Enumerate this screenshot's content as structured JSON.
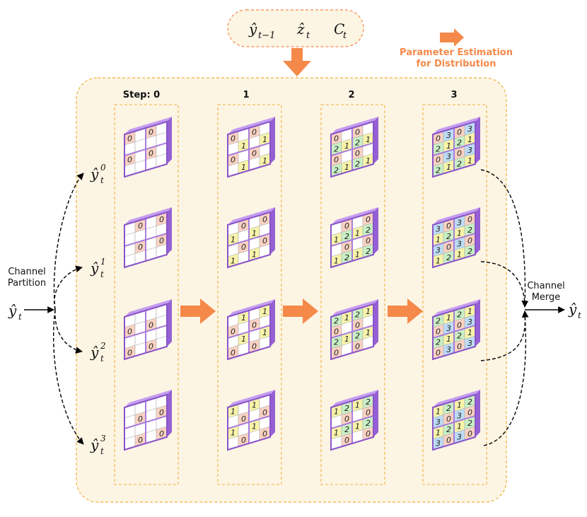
{
  "context_box": {
    "items": [
      {
        "base": "ŷ",
        "sub": "t−1"
      },
      {
        "base": "ẑ",
        "sub": "t"
      },
      {
        "base": "C",
        "sub": "t"
      }
    ]
  },
  "legend": {
    "line1": "Parameter Estimation",
    "line2": "for Distribution",
    "color": "#f5894a"
  },
  "steps": [
    "Step: 0",
    "1",
    "2",
    "3"
  ],
  "input": {
    "label_line1": "Channel",
    "label_line2": "Partition",
    "symbol_base": "ŷ",
    "symbol_sub": "t"
  },
  "output": {
    "label_line1": "Channel",
    "label_line2": "Merge",
    "symbol_base": "ŷ",
    "symbol_sub": "t"
  },
  "slices": [
    {
      "base": "ŷ",
      "sub": "t",
      "sup": "0"
    },
    {
      "base": "ŷ",
      "sub": "t",
      "sup": "1"
    },
    {
      "base": "ŷ",
      "sub": "t",
      "sup": "2"
    },
    {
      "base": "ŷ",
      "sub": "t",
      "sup": "3"
    }
  ],
  "colors": {
    "panel_fill": "#fdf5e4",
    "panel_border": "#f0b040",
    "grid_purple": "#a77bdc",
    "cell_0": "#f9d2c2",
    "cell_1": "#f7f3a9",
    "cell_2": "#c9efc4",
    "cell_3": "#bcdcf5",
    "arrow": "#f5894a"
  },
  "grids": [
    [
      [
        [
          "0",
          "",
          "0",
          ""
        ],
        [
          "",
          "",
          "",
          ""
        ],
        [
          "0",
          "",
          "0",
          ""
        ],
        [
          "",
          "",
          "",
          ""
        ]
      ],
      [
        [
          "",
          "0",
          "",
          "0"
        ],
        [
          "",
          "",
          "",
          ""
        ],
        [
          "",
          "0",
          "",
          "0"
        ],
        [
          "",
          "",
          "",
          ""
        ]
      ],
      [
        [
          "",
          "",
          "",
          ""
        ],
        [
          "0",
          "",
          "0",
          ""
        ],
        [
          "",
          "",
          "",
          ""
        ],
        [
          "0",
          "",
          "0",
          ""
        ]
      ],
      [
        [
          "",
          "",
          "",
          ""
        ],
        [
          "",
          "0",
          "",
          "0"
        ],
        [
          "",
          "",
          "",
          ""
        ],
        [
          "",
          "0",
          "",
          "0"
        ]
      ]
    ],
    [
      [
        [
          "0",
          "",
          "0",
          ""
        ],
        [
          "",
          "1",
          "",
          "1"
        ],
        [
          "0",
          "",
          "0",
          ""
        ],
        [
          "",
          "1",
          "",
          "1"
        ]
      ],
      [
        [
          "",
          "0",
          "",
          "0"
        ],
        [
          "1",
          "",
          "1",
          ""
        ],
        [
          "",
          "0",
          "",
          "0"
        ],
        [
          "1",
          "",
          "1",
          ""
        ]
      ],
      [
        [
          "",
          "1",
          "",
          "1"
        ],
        [
          "0",
          "",
          "0",
          ""
        ],
        [
          "",
          "1",
          "",
          "1"
        ],
        [
          "0",
          "",
          "0",
          ""
        ]
      ],
      [
        [
          "1",
          "",
          "1",
          ""
        ],
        [
          "",
          "0",
          "",
          "0"
        ],
        [
          "1",
          "",
          "1",
          ""
        ],
        [
          "",
          "0",
          "",
          "0"
        ]
      ]
    ],
    [
      [
        [
          "0",
          "",
          "0",
          ""
        ],
        [
          "2",
          "1",
          "2",
          "1"
        ],
        [
          "0",
          "",
          "0",
          ""
        ],
        [
          "2",
          "1",
          "2",
          "1"
        ]
      ],
      [
        [
          "",
          "0",
          "",
          "0"
        ],
        [
          "1",
          "2",
          "1",
          "2"
        ],
        [
          "",
          "0",
          "",
          "0"
        ],
        [
          "1",
          "2",
          "1",
          "2"
        ]
      ],
      [
        [
          "2",
          "1",
          "2",
          "1"
        ],
        [
          "0",
          "",
          "0",
          ""
        ],
        [
          "2",
          "1",
          "2",
          "1"
        ],
        [
          "0",
          "",
          "0",
          ""
        ]
      ],
      [
        [
          "1",
          "2",
          "1",
          "2"
        ],
        [
          "",
          "0",
          "",
          "0"
        ],
        [
          "1",
          "2",
          "1",
          "2"
        ],
        [
          "",
          "0",
          "",
          "0"
        ]
      ]
    ],
    [
      [
        [
          "0",
          "3",
          "0",
          "3"
        ],
        [
          "2",
          "1",
          "2",
          "1"
        ],
        [
          "0",
          "3",
          "0",
          "3"
        ],
        [
          "2",
          "1",
          "2",
          "1"
        ]
      ],
      [
        [
          "3",
          "0",
          "3",
          "0"
        ],
        [
          "1",
          "2",
          "1",
          "2"
        ],
        [
          "3",
          "0",
          "3",
          "0"
        ],
        [
          "1",
          "2",
          "1",
          "2"
        ]
      ],
      [
        [
          "2",
          "1",
          "2",
          "1"
        ],
        [
          "0",
          "3",
          "0",
          "3"
        ],
        [
          "2",
          "1",
          "2",
          "1"
        ],
        [
          "0",
          "3",
          "0",
          "3"
        ]
      ],
      [
        [
          "1",
          "2",
          "1",
          "2"
        ],
        [
          "3",
          "0",
          "3",
          "0"
        ],
        [
          "1",
          "2",
          "1",
          "2"
        ],
        [
          "3",
          "0",
          "3",
          "0"
        ]
      ]
    ]
  ]
}
